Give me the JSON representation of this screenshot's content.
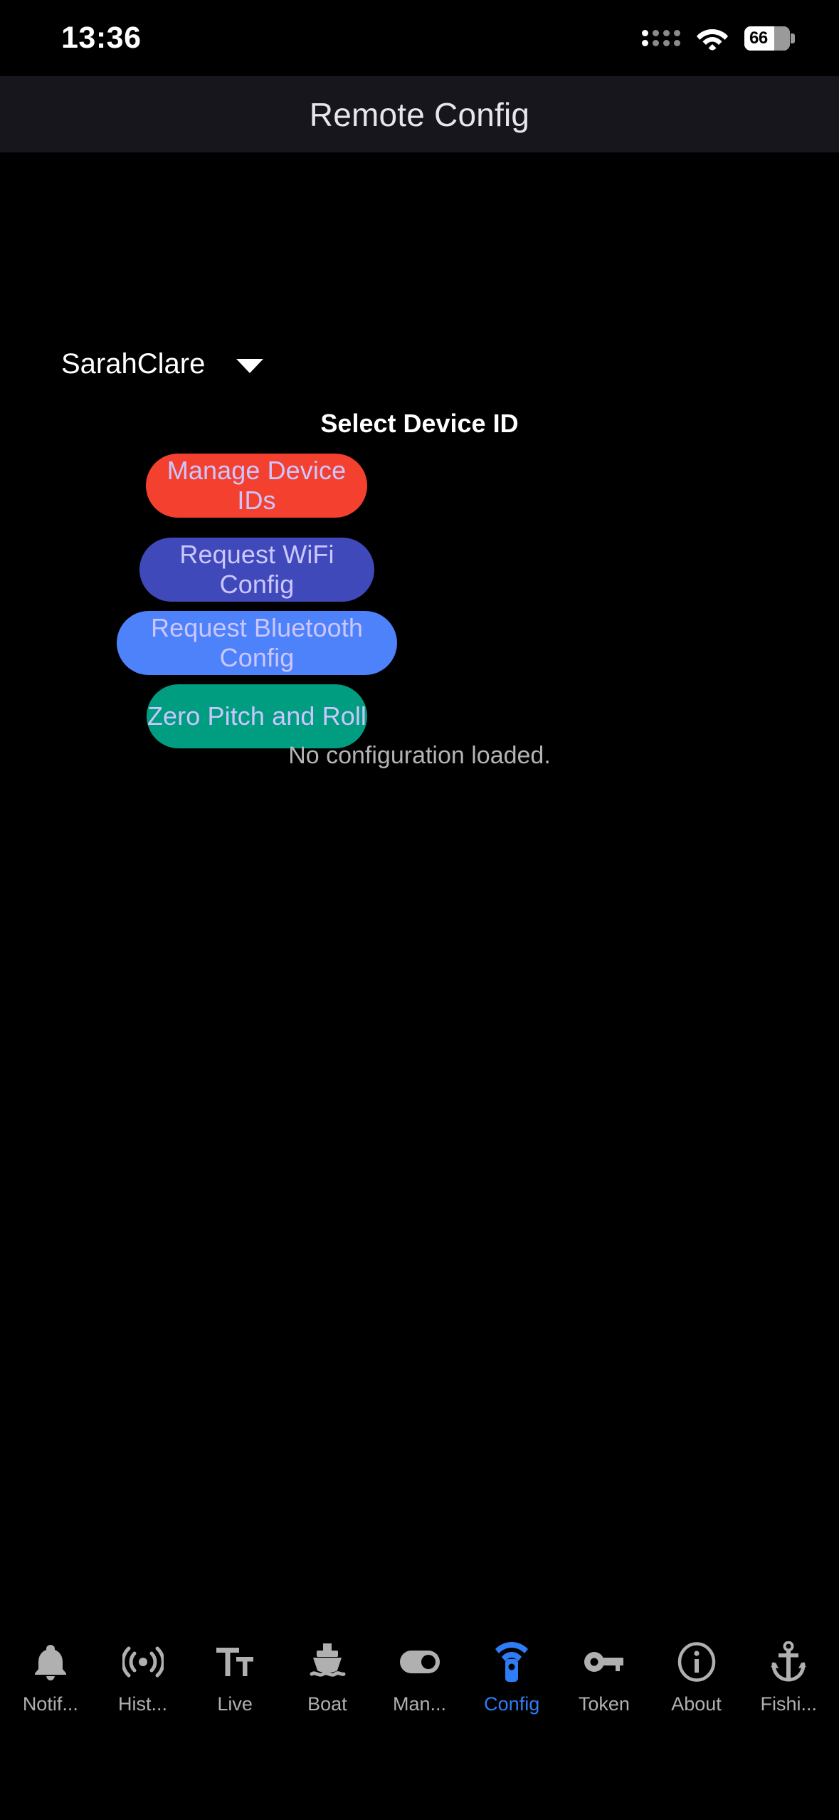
{
  "status_bar": {
    "time": "13:36",
    "battery_percent": "66",
    "icons": [
      "signal-dots-icon",
      "wifi-icon",
      "battery-icon"
    ]
  },
  "app_bar": {
    "title": "Remote Config"
  },
  "main": {
    "device_dropdown": {
      "value": "SarahClare",
      "caret_icon": "chevron-down-icon"
    },
    "section_label": "Select Device ID",
    "buttons": [
      {
        "label": "Manage Device IDs",
        "color": "#f4402e",
        "text_color": "#ccc6ff"
      },
      {
        "label": "Request WiFi Config",
        "color": "#4049b9",
        "text_color": "#ccc6ff"
      },
      {
        "label": "Request Bluetooth Config",
        "color": "#4d82fb",
        "text_color": "#ccc6ff"
      },
      {
        "label": "Zero Pitch and Roll",
        "color": "#009d81",
        "text_color": "#ccc6ff"
      }
    ],
    "status_text": "No configuration loaded."
  },
  "bottom_nav": {
    "active_color": "#2f7df6",
    "inactive_color": "#b0b0b0",
    "items": [
      {
        "label": "Notif...",
        "icon": "bell-icon",
        "active": false
      },
      {
        "label": "Hist...",
        "icon": "broadcast-icon",
        "active": false
      },
      {
        "label": "Live",
        "icon": "text-format-icon",
        "active": false
      },
      {
        "label": "Boat",
        "icon": "boat-icon",
        "active": false
      },
      {
        "label": "Man...",
        "icon": "toggle-switch-icon",
        "active": false
      },
      {
        "label": "Config",
        "icon": "remote-control-icon",
        "active": true
      },
      {
        "label": "Token",
        "icon": "key-icon",
        "active": false
      },
      {
        "label": "About",
        "icon": "info-circle-icon",
        "active": false
      },
      {
        "label": "Fishi...",
        "icon": "anchor-icon",
        "active": false
      }
    ]
  }
}
